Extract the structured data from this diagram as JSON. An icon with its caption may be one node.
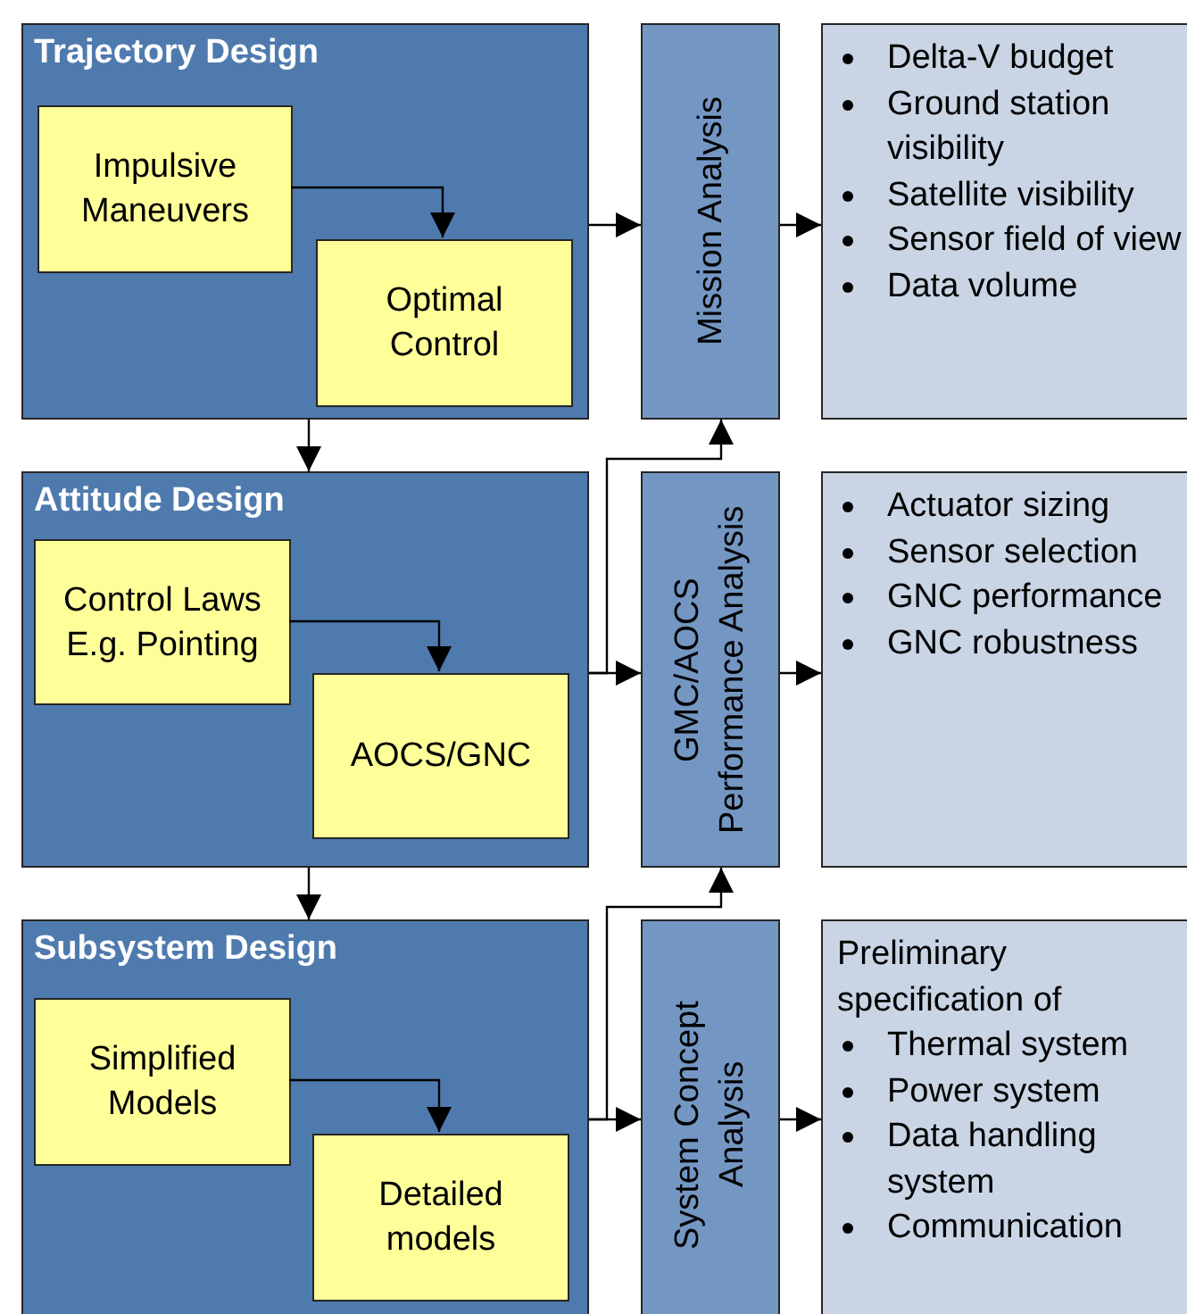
{
  "diagram": {
    "nodes": [
      {
        "text": [
          "Trajectory Design"
        ]
      },
      {
        "text": [
          "Impulsive Maneuvers"
        ],
        "in": 0
      },
      {
        "text": [
          "Optimal Control"
        ],
        "in": 0
      },
      {
        "text": [
          "Mission Analysis"
        ]
      },
      {
        "text": [
          "Delta-V budget",
          "Ground station visibility",
          "Satellite visibility",
          "Sensor field of view",
          "Data volume"
        ]
      },
      {
        "text": [
          "Attitude Design"
        ]
      },
      {
        "text": [
          "Control Laws E.g. Pointing"
        ],
        "in": 5
      },
      {
        "text": [
          "AOCS/GNC"
        ],
        "in": 5
      },
      {
        "text": [
          "GMC/AOCS Performance Analysis"
        ]
      },
      {
        "text": [
          "Actuator sizing",
          "Sensor selection",
          "GNC performance",
          "GNC robustness"
        ]
      },
      {
        "text": [
          "Subsystem Design"
        ]
      },
      {
        "text": [
          "Simplified Models"
        ],
        "in": 10
      },
      {
        "text": [
          "Detailed models"
        ],
        "in": 10
      },
      {
        "text": [
          "System Concept Analysis"
        ]
      },
      {
        "text": [
          "Preliminary specification of",
          "Thermal system",
          "Power system",
          "Data handling system",
          "Communication"
        ]
      }
    ],
    "edges": [
      {
        "from": 1,
        "to": 2,
        "arrow": "to"
      },
      {
        "from": 0,
        "to": 3,
        "arrow": "to"
      },
      {
        "from": 3,
        "to": 4,
        "arrow": "to"
      },
      {
        "from": 0,
        "to": 5,
        "arrow": "to"
      },
      {
        "from": 6,
        "to": 7,
        "arrow": "to"
      },
      {
        "from": 5,
        "to": 8,
        "arrow": "to"
      },
      {
        "from": 5,
        "to": 3,
        "arrow": "to"
      },
      {
        "from": 8,
        "to": 9,
        "arrow": "to"
      },
      {
        "from": 5,
        "to": 10,
        "arrow": "to"
      },
      {
        "from": 11,
        "to": 12,
        "arrow": "to"
      },
      {
        "from": 10,
        "to": 13,
        "arrow": "to"
      },
      {
        "from": 10,
        "to": 8,
        "arrow": "to"
      },
      {
        "from": 13,
        "to": 14,
        "arrow": "to"
      }
    ]
  }
}
